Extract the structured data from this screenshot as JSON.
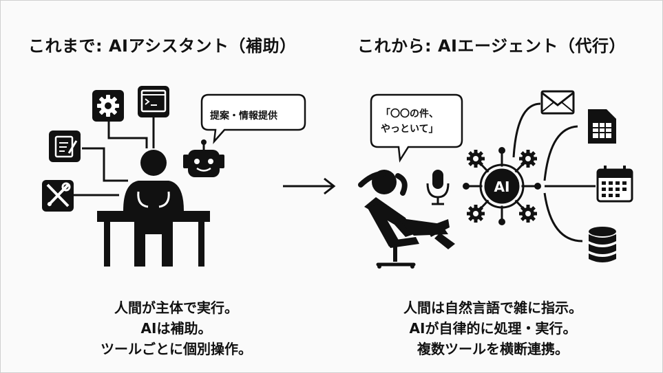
{
  "left": {
    "title": "これまで: AIアシスタント（補助）",
    "bubble": "提案・情報提供",
    "caption": [
      "人間が主体で実行。",
      "AIは補助。",
      "ツールごとに個別操作。"
    ]
  },
  "right": {
    "title": "これから: AIエージェント（代行）",
    "bubble": [
      "「〇〇の件、",
      "やっといて」"
    ],
    "hub_label": "AI",
    "caption": [
      "人間は自然言語で雑に指示。",
      "AIが自律的に処理・実行。",
      "複数ツールを横断連携。"
    ]
  },
  "icons": {
    "left": [
      "gear-icon",
      "terminal-icon",
      "notepad-icon",
      "wrench-screwdriver-icon",
      "robot-icon",
      "person-at-desk-icon"
    ],
    "right": [
      "person-reclining-icon",
      "microphone-icon",
      "ai-hub-icon",
      "mail-icon",
      "spreadsheet-icon",
      "calendar-icon",
      "database-icon"
    ],
    "transition": "arrow-right-icon"
  }
}
